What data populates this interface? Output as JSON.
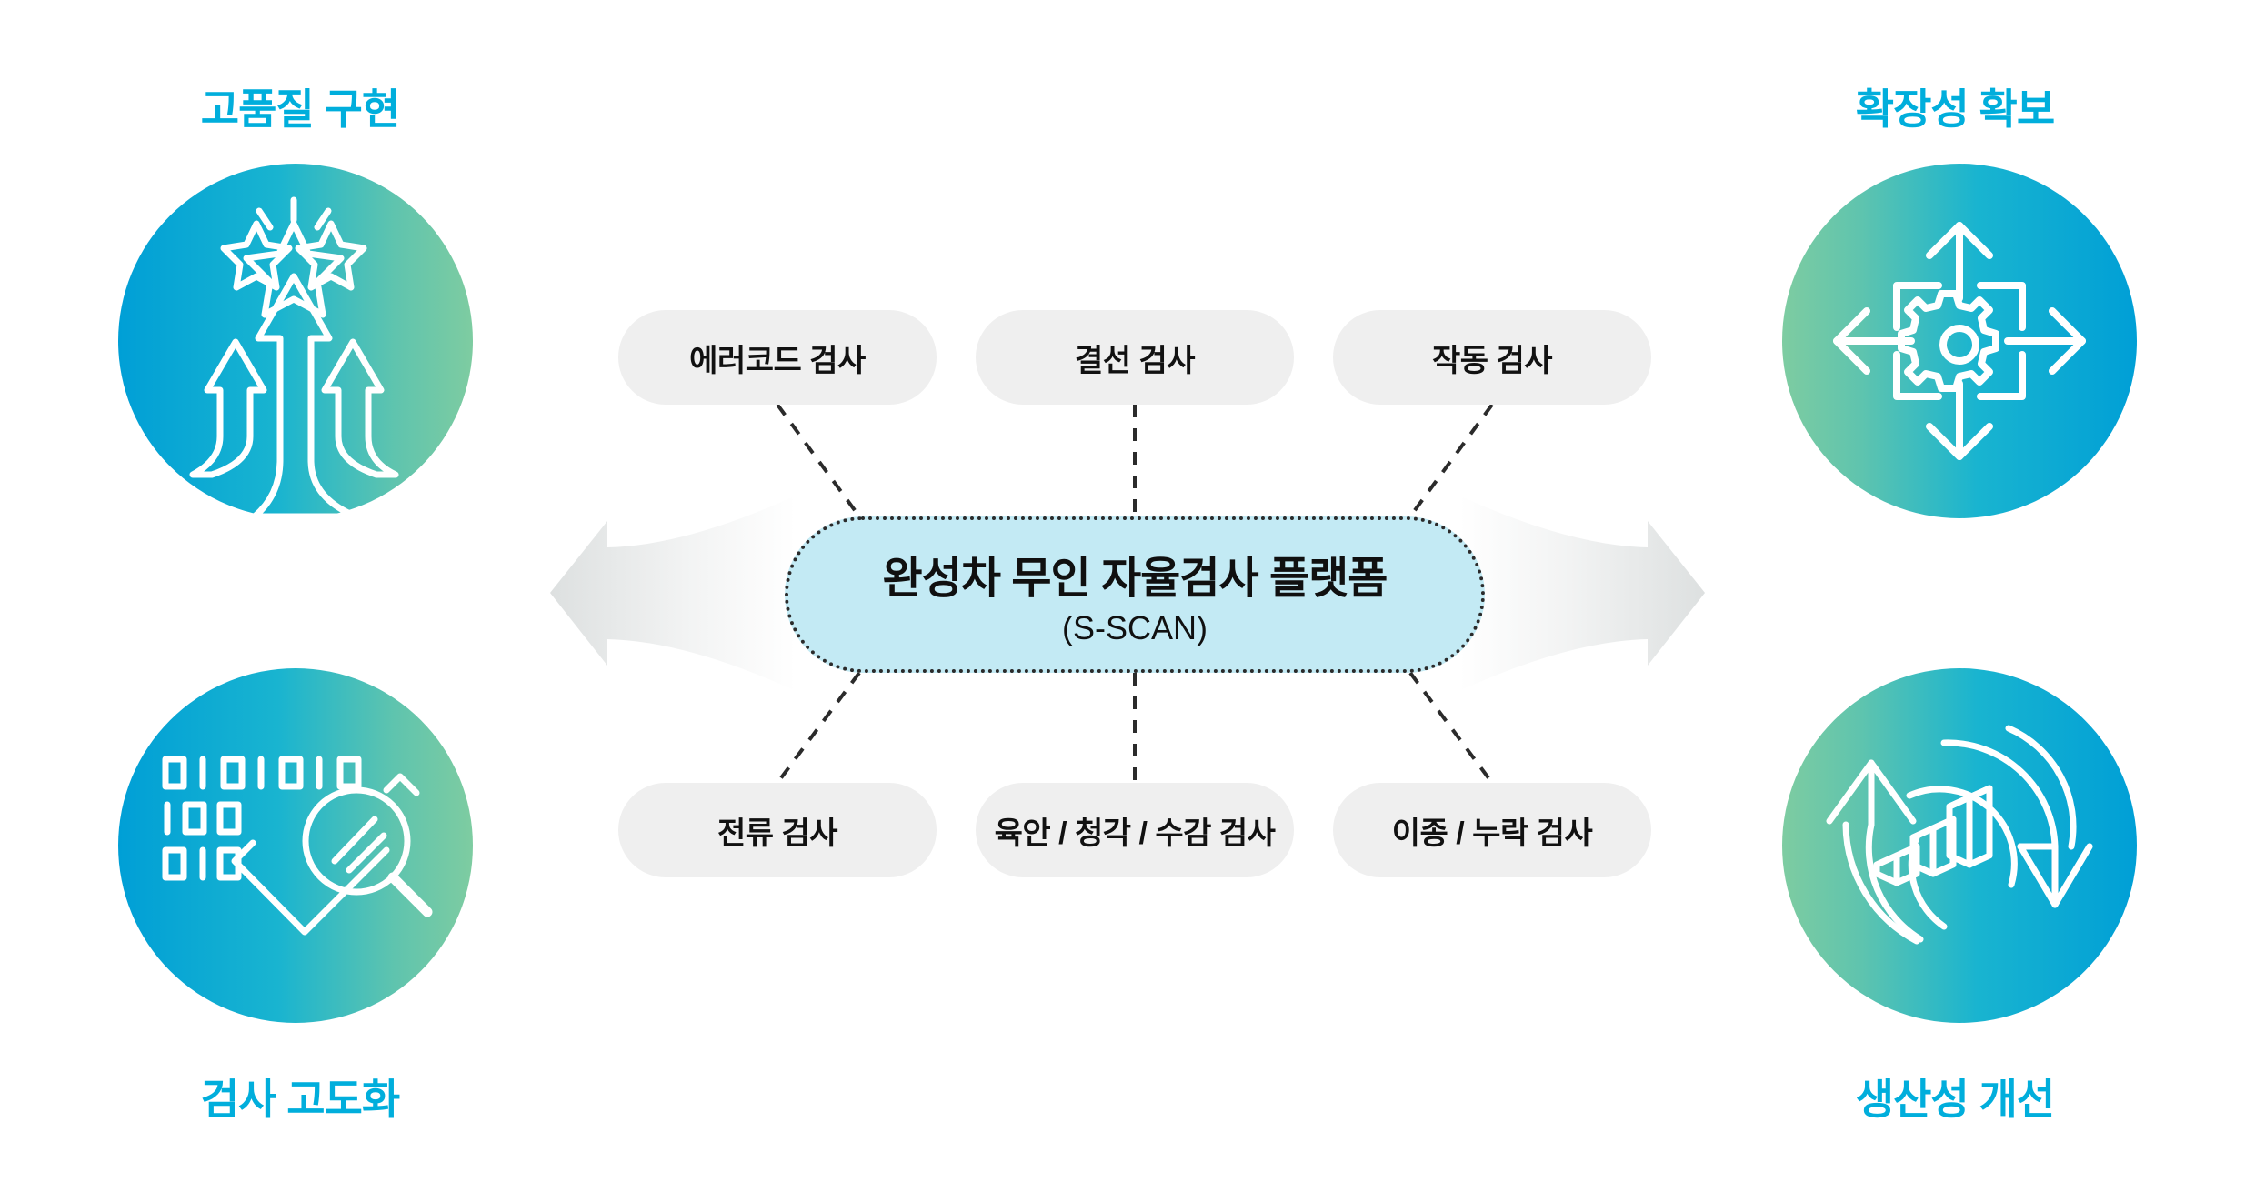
{
  "pillars": {
    "top_left": {
      "label": "고품질 구현",
      "icon": "rising-arrows-stars-icon"
    },
    "top_right": {
      "label": "확장성 확보",
      "icon": "gear-expand-arrows-icon"
    },
    "bottom_left": {
      "label": "검사 고도화",
      "icon": "binary-magnifier-check-icon"
    },
    "bottom_right": {
      "label": "생산성 개선",
      "icon": "cycle-arrows-bar-chart-icon"
    }
  },
  "platform": {
    "title": "완성차 무인 자율검사 플랫폼",
    "subtitle": "(S-SCAN)"
  },
  "inspections": {
    "top": [
      {
        "label": "에러코드 검사"
      },
      {
        "label": "결선 검사"
      },
      {
        "label": "작동 검사"
      }
    ],
    "bottom": [
      {
        "label": "전류 검사"
      },
      {
        "label": "육안 / 청각 / 수감 검사"
      },
      {
        "label": "이종 / 누락 검사"
      }
    ]
  },
  "flow_arrows": {
    "left_icon": "arrow-left-icon",
    "right_icon": "arrow-right-icon"
  },
  "colors": {
    "accent": "#00AEDC",
    "platform_fill": "#C3EAF4",
    "pill_fill": "#EFEFEF",
    "gradient_blue": "#009FD6",
    "gradient_green": "#7ECCA1",
    "arrow_gray": "#E2E4E4",
    "connector": "#2b2b2b"
  }
}
